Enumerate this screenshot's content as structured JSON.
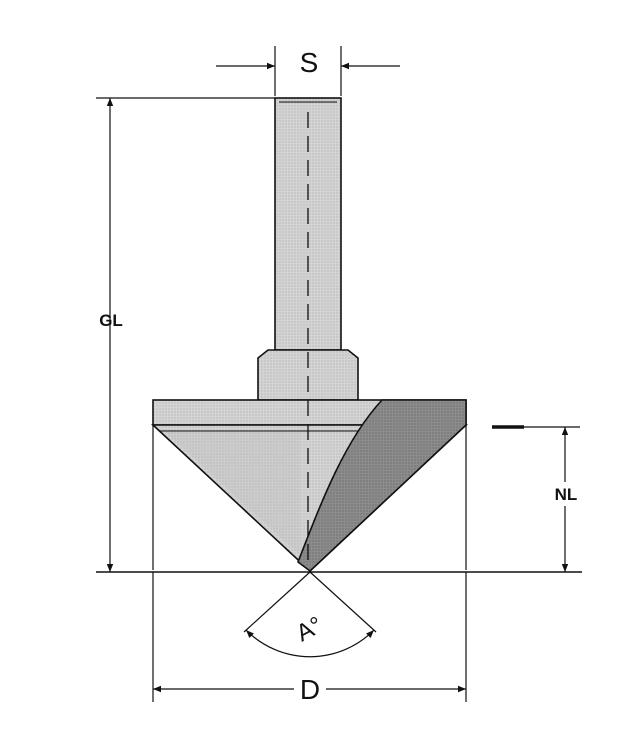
{
  "labels": {
    "shank_diameter": "S",
    "overall_length": "GL",
    "cutting_length": "NL",
    "cutting_diameter": "D",
    "angle": "A°"
  },
  "colors": {
    "line": "#111111",
    "body_fill": "#c4c4c4",
    "shank_fill": "#d2d2d2",
    "face_fill": "#b6b6b6",
    "flute_fill": "#8a8a8a"
  }
}
